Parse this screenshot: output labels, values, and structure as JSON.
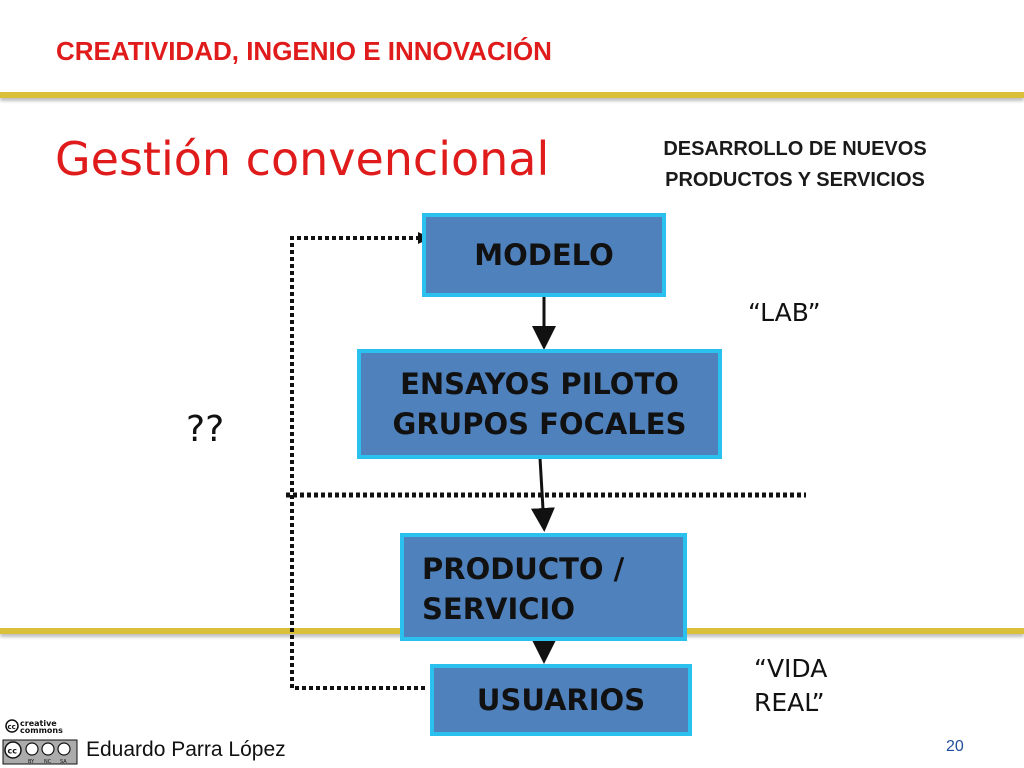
{
  "header": {
    "title": "CREATIVIDAD, INGENIO E INNOVACIÓN"
  },
  "subtitle": "Gestión convencional",
  "topic": {
    "line1": "DESARROLLO DE NUEVOS",
    "line2": "PRODUCTOS Y SERVICIOS"
  },
  "nodes": {
    "modelo": "MODELO",
    "ensayos_line1": "ENSAYOS PILOTO",
    "ensayos_line2": "GRUPOS FOCALES",
    "producto_line1": "PRODUCTO /",
    "producto_line2": "SERVICIO",
    "usuarios": "USUARIOS"
  },
  "notes": {
    "lab": "“LAB”",
    "vida_line1": "“VIDA",
    "vida_line2": "REAL”",
    "question": "??"
  },
  "footer": {
    "author": "Eduardo Parra López",
    "page": "20",
    "license_logo_text": "creative commons",
    "license_badges": [
      "BY",
      "NC",
      "SA"
    ]
  },
  "colors": {
    "title_red": "#e01b1b",
    "rule_gold": "#d9bf3a",
    "box_fill": "#4f81bd",
    "box_border": "#2ac1ee"
  }
}
